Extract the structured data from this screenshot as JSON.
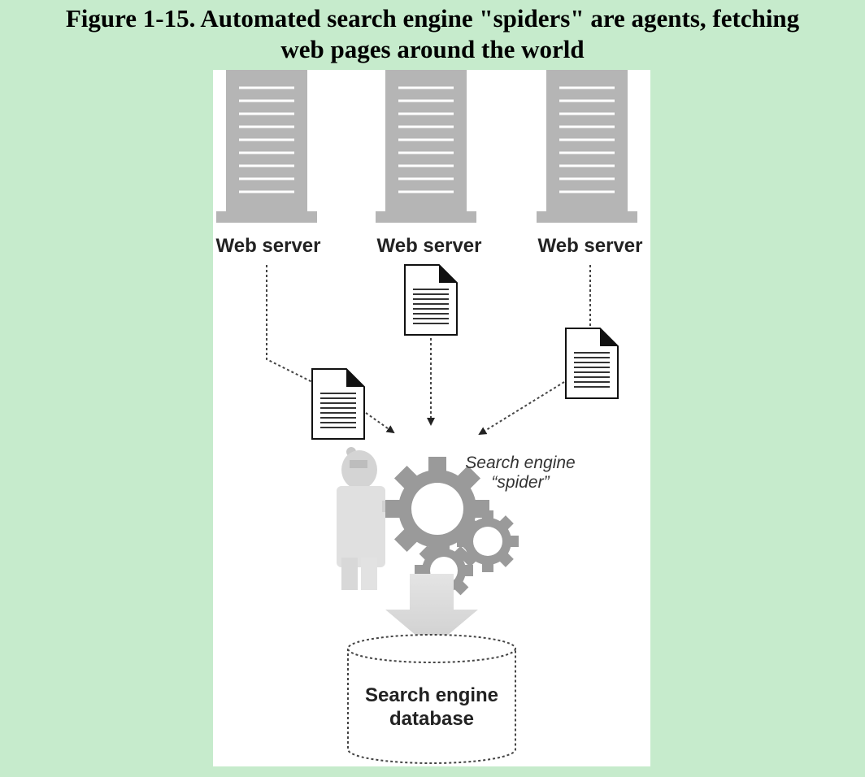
{
  "caption": {
    "line1": "Figure 1-15. Automated search engine \"spiders\" are agents, fetching",
    "line2": "web pages around the world"
  },
  "servers": [
    {
      "label": "Web server"
    },
    {
      "label": "Web server"
    },
    {
      "label": "Web server"
    }
  ],
  "spider": {
    "line1": "Search engine",
    "line2": "“spider”"
  },
  "database": {
    "line1": "Search engine",
    "line2": "database"
  },
  "colors": {
    "background": "#c6ebcc",
    "panel": "#ffffff",
    "server": "#b5b5b5",
    "gear": "#9a9a9a"
  }
}
